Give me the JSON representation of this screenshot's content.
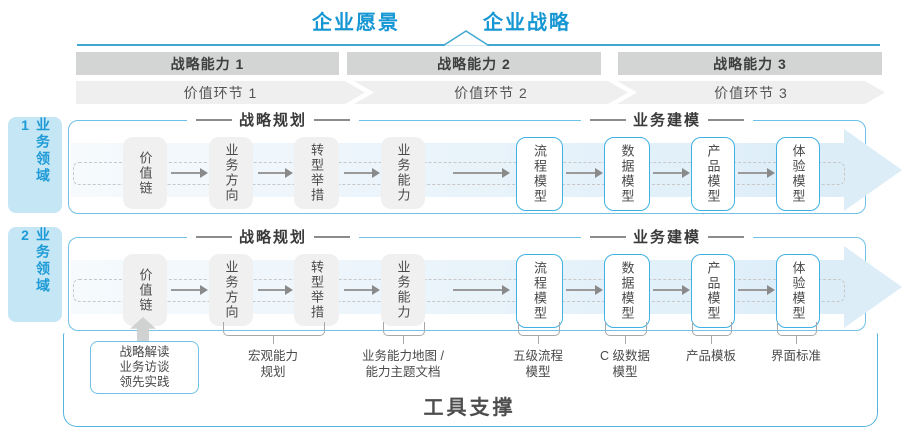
{
  "header": {
    "vision_label": "企业愿景",
    "strategy_label": "企业战略"
  },
  "capability_bar": {
    "items": [
      "战略能力 1",
      "战略能力 2",
      "战略能力 3"
    ]
  },
  "value_chain_bar": {
    "items": [
      "价值环节 1",
      "价值环节 2",
      "价值环节 3"
    ]
  },
  "domains": {
    "items": [
      "业务领域 1",
      "业务领域 2"
    ]
  },
  "row_sections": {
    "planning": "战略规划",
    "modeling": "业务建模"
  },
  "flow_boxes": {
    "gray": [
      "价值链",
      "业务方向",
      "转型举措",
      "业务能力"
    ],
    "outlined": [
      "流程模型",
      "数据模型",
      "产品模型",
      "体验模型"
    ]
  },
  "annotations": {
    "practices_box": "战略解读\n业务访谈\n领先实践",
    "macro_capability": "宏观能力\n规划",
    "capability_map": "业务能力地图 /\n能力主题文档",
    "process_model": "五级流程\n模型",
    "data_model": "C 级数据\n模型",
    "product_template": "产品模板",
    "ui_standard": "界面标准"
  },
  "footer": {
    "tool_support_label": "工具支撑"
  },
  "colors": {
    "accent_blue": "#1697D3",
    "tab_fill_blue": "#C5E6F5",
    "band_blue": "#DCEDF8",
    "capability_bar_gray": "#D3D5D4",
    "value_bar_gray": "#EFEFEF",
    "box_gray": "#F0F0F0",
    "box_outline_blue": "#3FB1E3",
    "panel_border_blue": "#6FC1E6"
  }
}
